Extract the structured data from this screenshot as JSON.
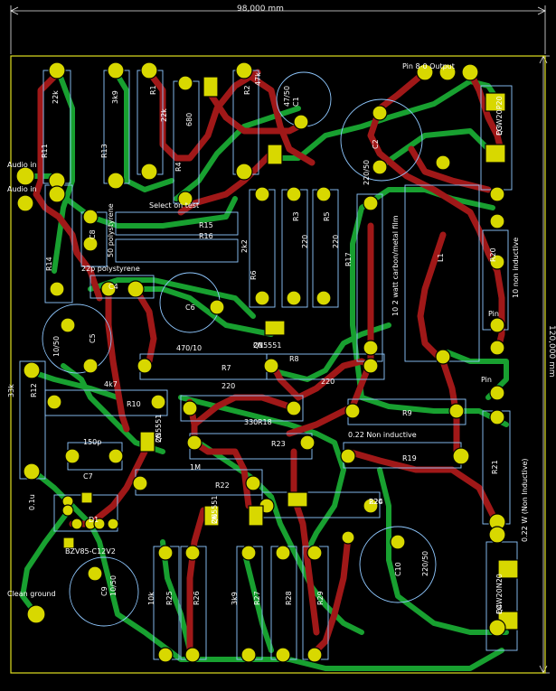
{
  "board": {
    "width_dimension": "98,000 mm",
    "height_dimension": "120,000 mm"
  },
  "labels": {
    "audio_in_1": "Audio in",
    "audio_in_2": "Audio in",
    "select_on_test": "Select on test",
    "polystyrene_1": "50 polystyrene",
    "polystyrene_2": "22p polystyrene",
    "pin_output": "Pin 8-0 Output",
    "clean_ground": "Clean ground",
    "ceramic_cap": "0.22 Non inductive",
    "resistor_note": "10 2 watt carbon/metal film",
    "rnon": "10 non inductive",
    "r21_note": "0.22 W (Non Inductive)",
    "pin_mid": "Pin",
    "pin_low": "Pin",
    "diode_part": "BZV85-C12V2",
    "q1_note": "0.1u"
  },
  "components": [
    {
      "ref": "R11",
      "value": "22k"
    },
    {
      "ref": "R13",
      "value": "3k9"
    },
    {
      "ref": "R1",
      "value": "22k"
    },
    {
      "ref": "R2",
      "value": "47k"
    },
    {
      "ref": "R4",
      "value": "680"
    },
    {
      "ref": "C1",
      "value": "47/50"
    },
    {
      "ref": "C2",
      "value": "220/50"
    },
    {
      "ref": "R3",
      "value": "220"
    },
    {
      "ref": "R5",
      "value": "220"
    },
    {
      "ref": "R6",
      "value": "2k2"
    },
    {
      "ref": "R15",
      "value": ""
    },
    {
      "ref": "R16",
      "value": ""
    },
    {
      "ref": "C8",
      "value": ""
    },
    {
      "ref": "C6",
      "value": "470/10"
    },
    {
      "ref": "C4",
      "value": ""
    },
    {
      "ref": "C5",
      "value": "10/50"
    },
    {
      "ref": "R14",
      "value": ""
    },
    {
      "ref": "R7",
      "value": "220"
    },
    {
      "ref": "R8",
      "value": "220"
    },
    {
      "ref": "R12",
      "value": "33k"
    },
    {
      "ref": "R10",
      "value": "4k7"
    },
    {
      "ref": "R18",
      "value": "330"
    },
    {
      "ref": "R23",
      "value": ""
    },
    {
      "ref": "R9",
      "value": ""
    },
    {
      "ref": "R19",
      "value": ""
    },
    {
      "ref": "R17",
      "value": ""
    },
    {
      "ref": "L1",
      "value": ""
    },
    {
      "ref": "R20",
      "value": ""
    },
    {
      "ref": "R21",
      "value": ""
    },
    {
      "ref": "R22",
      "value": "1M"
    },
    {
      "ref": "R24",
      "value": "220"
    },
    {
      "ref": "C7",
      "value": "150p"
    },
    {
      "ref": "C9",
      "value": "10/50"
    },
    {
      "ref": "C10",
      "value": "220/50"
    },
    {
      "ref": "D1",
      "value": ""
    },
    {
      "ref": "R25",
      "value": "10k"
    },
    {
      "ref": "R26",
      "value": ""
    },
    {
      "ref": "R27",
      "value": "3k9"
    },
    {
      "ref": "R28",
      "value": ""
    },
    {
      "ref": "R29",
      "value": ""
    },
    {
      "ref": "Q1",
      "value": "2N5551"
    },
    {
      "ref": "Q3",
      "value": "ECW20P20"
    },
    {
      "ref": "Q4",
      "value": "ECW20N20"
    },
    {
      "ref": "Q5",
      "value": "2N5551"
    },
    {
      "ref": "Q6",
      "value": "2N5551"
    }
  ],
  "colors": {
    "background": "#000000",
    "edge": "#e0e020",
    "copper_top": "#a01818",
    "copper_bottom": "#18a030",
    "pad": "#d8d800",
    "fab": "#8fc8ff",
    "dimension": "#e8e8e8"
  }
}
